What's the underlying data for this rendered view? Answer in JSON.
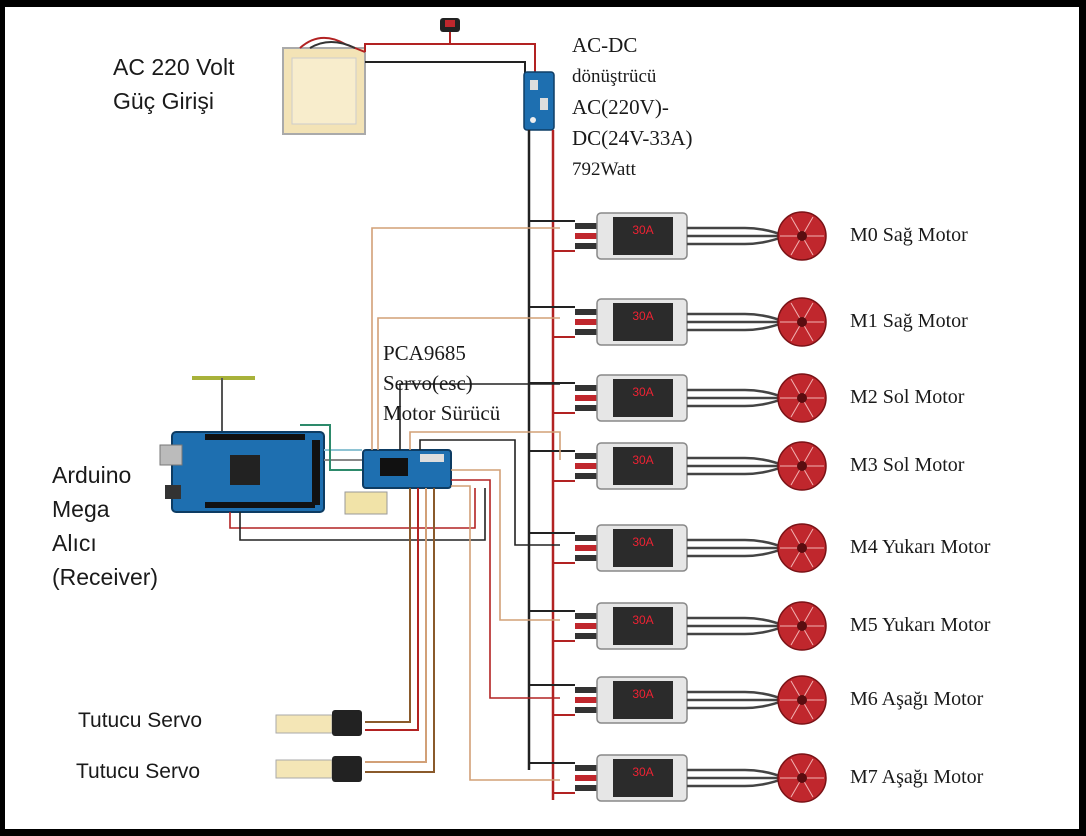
{
  "power_input": {
    "line1": "AC 220 Volt",
    "line2": "Güç Girişi"
  },
  "converter": {
    "line1": "AC-DC",
    "line2": "dönüştrücü",
    "line3": "AC(220V)-",
    "line4": "DC(24V-33A)",
    "line5": "792Watt"
  },
  "driver": {
    "line1": "PCA9685",
    "line2": "Servo(esc)",
    "line3": "Motor Sürücü"
  },
  "controller": {
    "line1": "Arduino",
    "line2": "Mega",
    "line3": "Alıcı",
    "line4": "(Receiver)"
  },
  "servos": [
    "Tutucu Servo",
    "Tutucu Servo"
  ],
  "esc_rating": "30A",
  "motors": [
    "M0 Sağ Motor",
    "M1 Sağ Motor",
    "M2 Sol Motor",
    "M3 Sol Motor",
    "M4 Yukarı Motor",
    "M5 Yukarı Motor",
    "M6 Aşağı Motor",
    "M7 Aşağı Motor"
  ],
  "colors": {
    "motor": "#c0272d",
    "esc": "#2b2b2b",
    "wire_black": "#222222",
    "wire_red": "#b22222",
    "wire_tan": "#d2a077",
    "board": "#1e6fb0"
  }
}
